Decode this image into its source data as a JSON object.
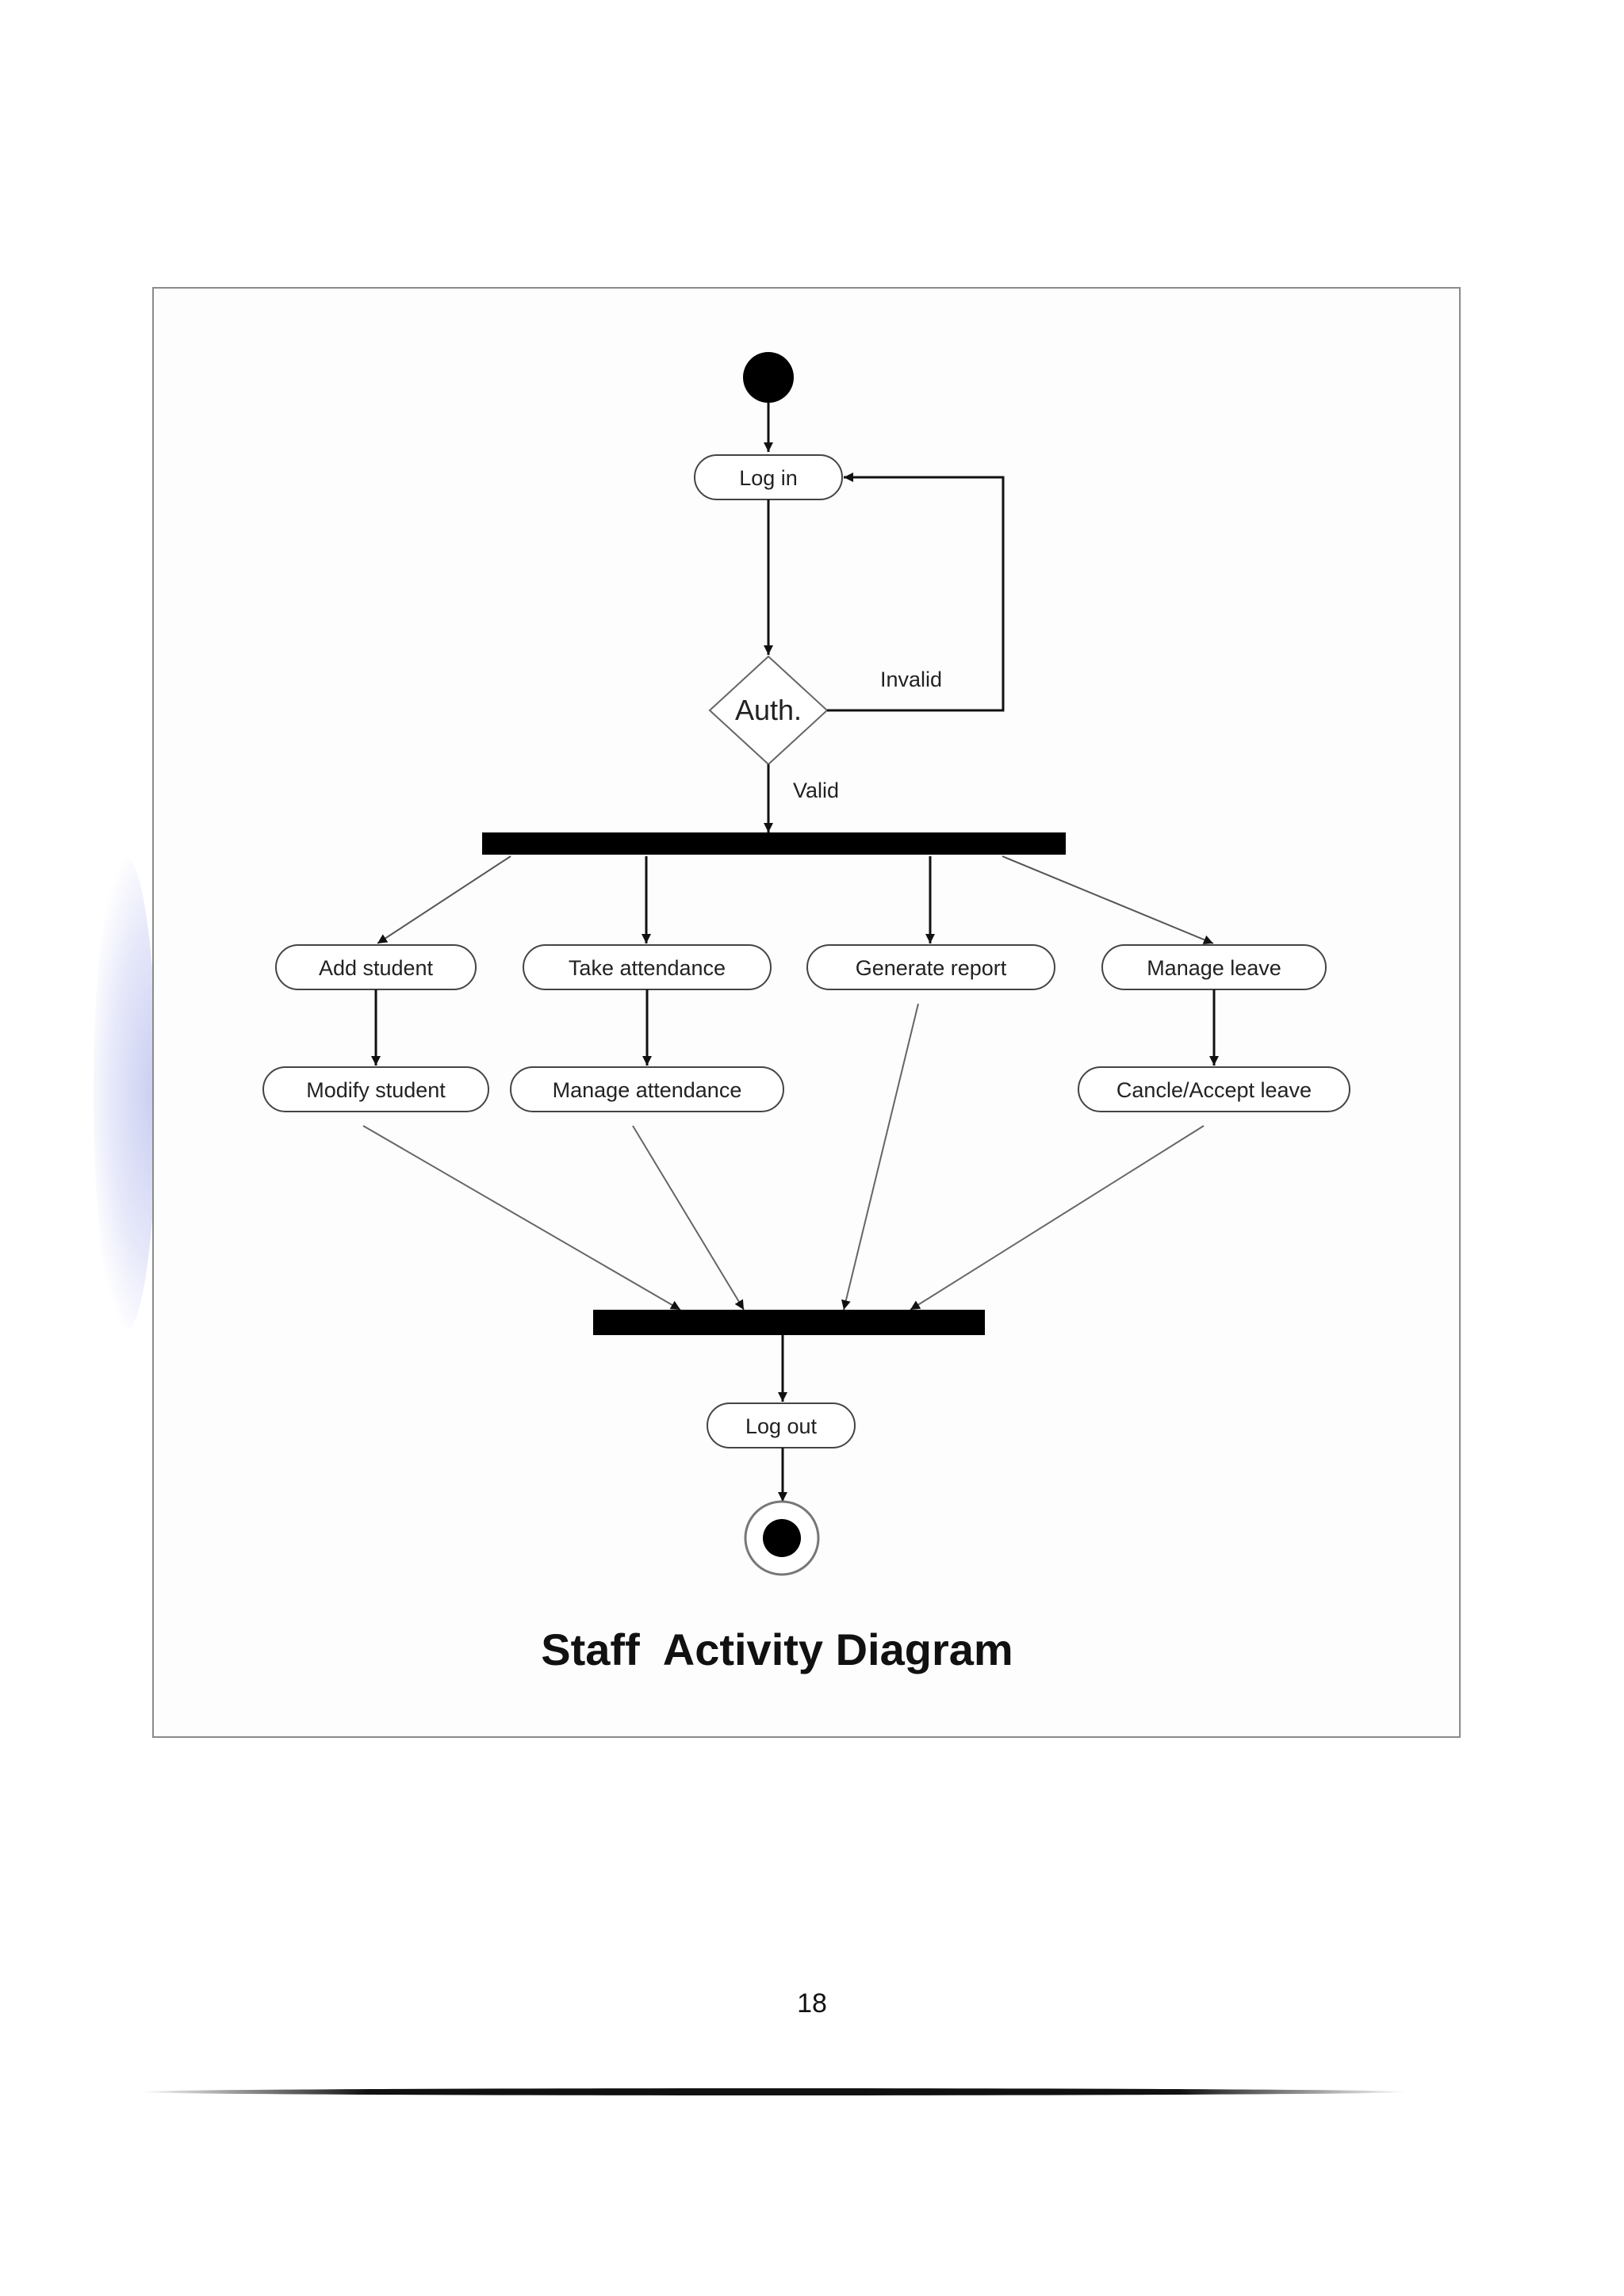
{
  "diagram": {
    "title": "Staff  Activity Diagram",
    "nodes": {
      "login": "Log in",
      "auth": "Auth.",
      "add_student": "Add student",
      "take_attendance": "Take attendance",
      "generate_report": "Generate report",
      "manage_leave": "Manage leave",
      "modify_student": "Modify student",
      "manage_attendance": "Manage attendance",
      "cancel_accept_leave": "Cancle/Accept leave",
      "logout": "Log out"
    },
    "edge_labels": {
      "invalid": "Invalid",
      "valid": "Valid"
    }
  },
  "page": {
    "number": "18"
  }
}
